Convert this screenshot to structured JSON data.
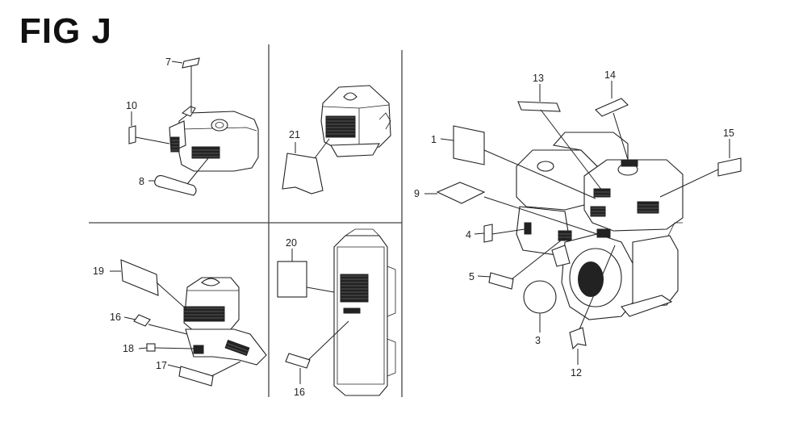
{
  "figure": {
    "title": "FIG J"
  },
  "callouts": {
    "c1": "1",
    "c3": "3",
    "c4": "4",
    "c5": "5",
    "c7": "7",
    "c8": "8",
    "c9": "9",
    "c10": "10",
    "c12": "12",
    "c13": "13",
    "c14": "14",
    "c15": "15",
    "c16a": "16",
    "c16b": "16",
    "c17": "17",
    "c18": "18",
    "c19": "19",
    "c20": "20",
    "c21": "21"
  },
  "colors": {
    "line": "#222222",
    "background": "#ffffff"
  }
}
